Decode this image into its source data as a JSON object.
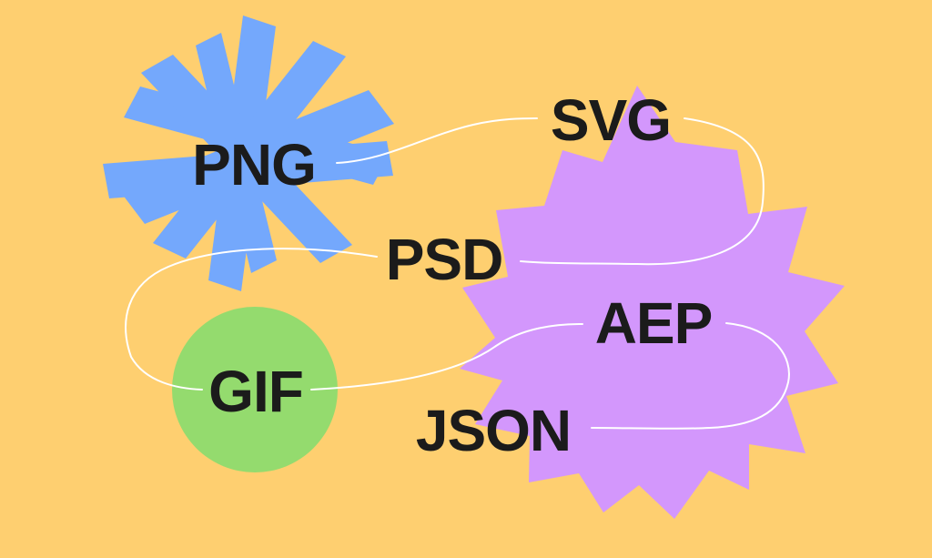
{
  "colors": {
    "background": "#FECF70",
    "asterisk": "#74A8FC",
    "circle": "#94DB6E",
    "starburst": "#D397FC",
    "connector": "#FFFFFF",
    "text": "#1B1B1B"
  },
  "icons": [
    "asterisk-shape",
    "circle-shape",
    "starburst-shape"
  ],
  "formats": {
    "png": "PNG",
    "svg": "SVG",
    "psd": "PSD",
    "aep": "AEP",
    "gif": "GIF",
    "json": "JSON"
  }
}
